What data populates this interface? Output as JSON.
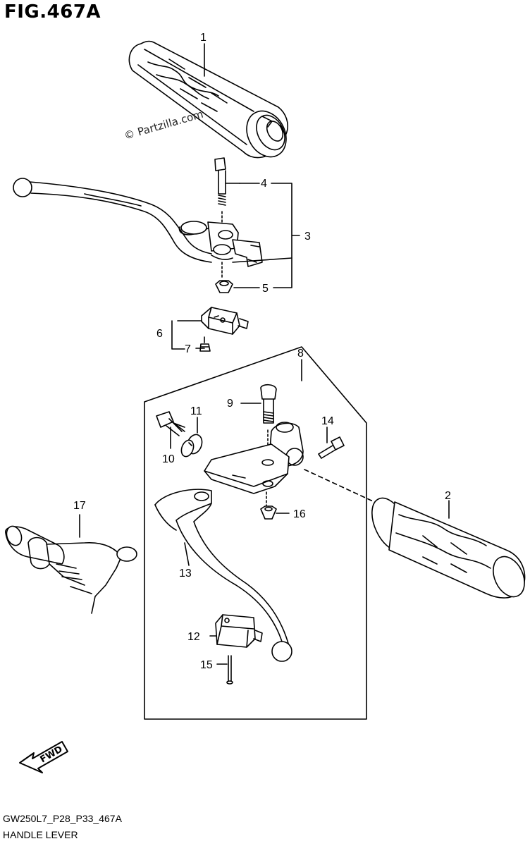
{
  "figure": {
    "title": "FIG.467A",
    "watermark": "© Partzilla.com",
    "code": "GW250L7_P28_P33_467A",
    "section": "HANDLE LEVER",
    "fwd_label": "FWD"
  },
  "callouts": [
    "1",
    "2",
    "3",
    "4",
    "5",
    "6",
    "7",
    "8",
    "9",
    "10",
    "11",
    "12",
    "13",
    "14",
    "15",
    "16",
    "17"
  ]
}
